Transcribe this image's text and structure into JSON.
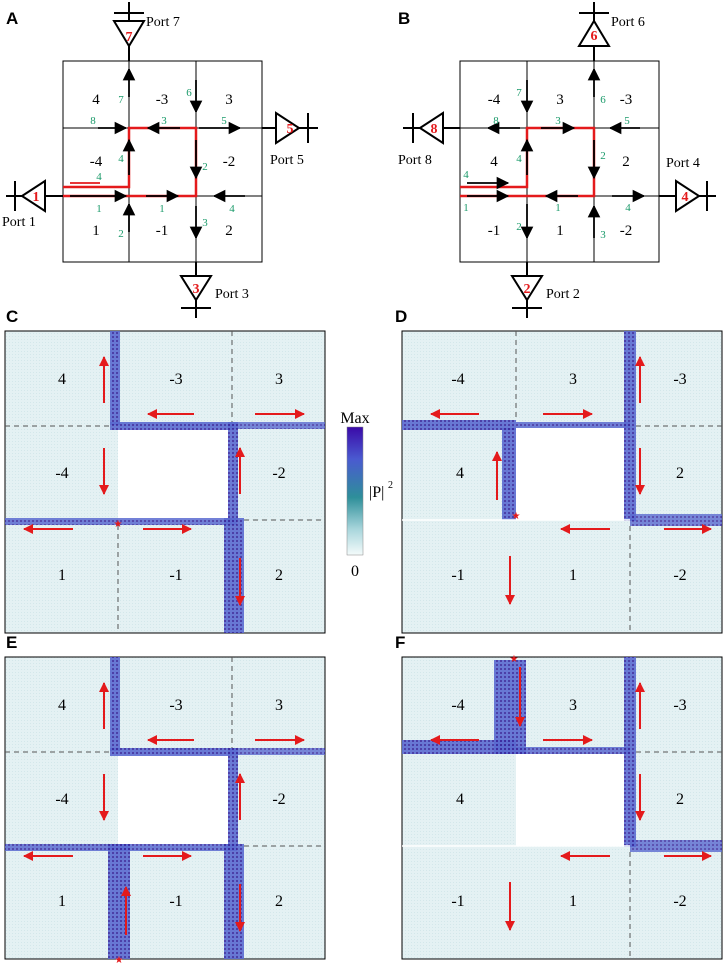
{
  "colors": {
    "path_red": "#e41a1c",
    "green_label": "#1a9a6a",
    "field_light": "#e4f1f3",
    "wave_dark": "#4b3fb0",
    "wave_mid": "#5a6ad0",
    "wave_edge": "#8fc0d6",
    "colorbar_top": "#3a0aa8",
    "colorbar_mid": "#2e8f9a",
    "colorbar_bottom": "#f4fbfb"
  },
  "panel_letters": {
    "A": "A",
    "B": "B",
    "C": "C",
    "D": "D",
    "E": "E",
    "F": "F"
  },
  "panel_A": {
    "cells": [
      "4",
      "-3",
      "3",
      "-4",
      "-2",
      "1",
      "-1",
      "2"
    ],
    "ports": {
      "top": "Port 7",
      "right": "Port 5",
      "left": "Port 1",
      "bottom": "Port 3"
    },
    "port_numbers": {
      "top": "7",
      "right": "5",
      "left": "1",
      "bottom": "3"
    },
    "green": {
      "g7": "7",
      "g6": "6",
      "g8": "8",
      "g3": "3",
      "g5": "5",
      "g4a": "4",
      "g2a": "2",
      "g4b": "4",
      "g1a": "1",
      "g1b": "1",
      "g4c": "4",
      "g2b": "2",
      "g3b": "3"
    }
  },
  "panel_B": {
    "cells": [
      "-4",
      "3",
      "-3",
      "4",
      "2",
      "-1",
      "1",
      "-2"
    ],
    "ports": {
      "top": "Port 6",
      "left": "Port 8",
      "right": "Port 4",
      "bottom": "Port 2"
    },
    "port_numbers": {
      "top": "6",
      "left": "8",
      "right": "4",
      "bottom": "2"
    },
    "green": {
      "g7": "7",
      "g6": "6",
      "g8": "8",
      "g3": "3",
      "g5": "5",
      "g4a": "4",
      "g2a": "2",
      "g4b": "4",
      "g1a": "1",
      "g1b": "1",
      "g4c": "4",
      "g2b": "2",
      "g3b": "3"
    }
  },
  "panel_C_cells": [
    "4",
    "-3",
    "3",
    "-4",
    "-2",
    "1",
    "-1",
    "2"
  ],
  "panel_D_cells": [
    "-4",
    "3",
    "-3",
    "4",
    "2",
    "-1",
    "1",
    "-2"
  ],
  "panel_E_cells": [
    "4",
    "-3",
    "3",
    "-4",
    "-2",
    "1",
    "-1",
    "2"
  ],
  "panel_F_cells": [
    "-4",
    "3",
    "-3",
    "4",
    "2",
    "-1",
    "1",
    "-2"
  ],
  "colorbar": {
    "max_label": "Max",
    "min_label": "0",
    "quantity_label": "|P|",
    "quantity_exp": "2"
  }
}
